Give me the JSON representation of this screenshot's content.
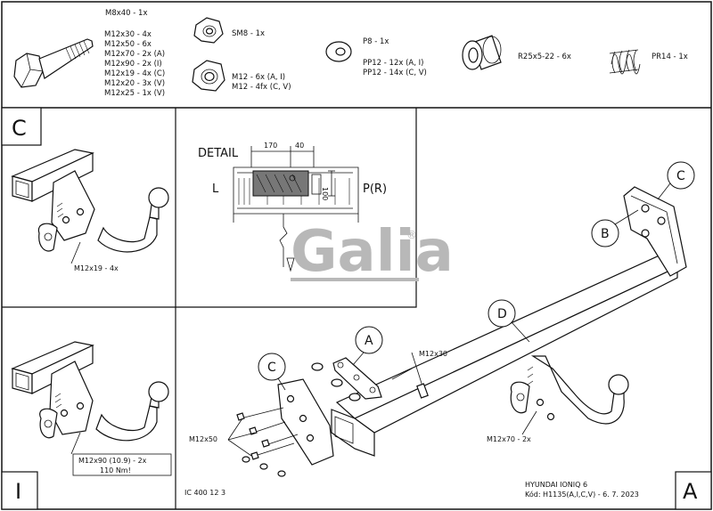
{
  "parts": {
    "bolt_m8x40": "M8x40 - 1x",
    "bolts_m12": [
      "M12x30 - 4x",
      "M12x50 - 6x",
      "M12x70 - 2x (A)",
      "M12x90 - 2x (I)",
      "M12x19 - 4x (C)",
      "M12x20 - 3x (V)",
      "M12x25 - 1x (V)"
    ],
    "nut_sm8": "SM8 - 1x",
    "nut_m12": [
      "M12 - 6x (A, I)",
      "M12 - 4fx (C, V)"
    ],
    "washer_p8": "P8 - 1x",
    "washer_pp12": [
      "PP12 - 12x (A, I)",
      "PP12 - 14x (C, V)"
    ],
    "spacer": "R25x5-22 - 6x",
    "spring": "PR14 - 1x"
  },
  "panel_c": {
    "letter": "C",
    "bolt_label": "M12x19 - 4x"
  },
  "panel_i": {
    "letter": "I",
    "bolt_label": "M12x90 (10.9) - 2x",
    "torque": "110 Nm!"
  },
  "detail": {
    "title": "DETAIL",
    "dim_a": "170",
    "dim_b": "40",
    "dim_v": "100",
    "left": "L",
    "right": "P(R)"
  },
  "logo": {
    "text": "Galia",
    "mark": "®"
  },
  "main": {
    "callouts": {
      "a": "A",
      "b": "B",
      "c_top": "C",
      "c_left": "C",
      "d": "D"
    },
    "label_m12x30": "M12x30",
    "label_m12x50": "M12x50",
    "label_m12x70": "M12x70 - 2x"
  },
  "footer": {
    "doc_number": "IC 400 12 3",
    "vehicle": "HYUNDAI IONIQ 6",
    "code": "Kód: H1135(A,I,C,V) - 6. 7. 2023",
    "variant_letter": "A"
  }
}
